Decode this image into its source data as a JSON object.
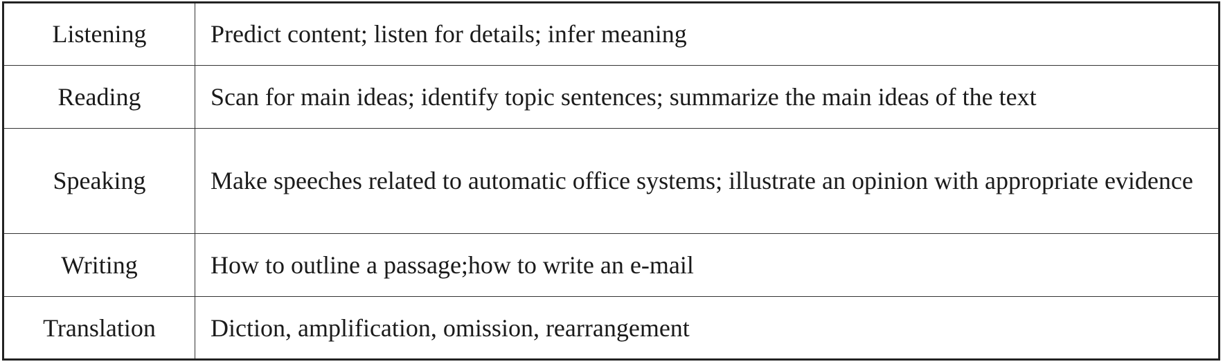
{
  "table": {
    "rows": [
      {
        "skill": "Listening",
        "content": "Predict content; listen for details; infer meaning"
      },
      {
        "skill": "Reading",
        "content": "Scan for main ideas; identify topic sentences; summarize the main ideas of the text"
      },
      {
        "skill": "Speaking",
        "content": "Make speeches related to automatic office systems; illustrate an opinion with appropriate evidence"
      },
      {
        "skill": "Writing",
        "content": "How to outline a passage;how to write an e-mail"
      },
      {
        "skill": "Translation",
        "content": "Diction, amplification, omission, rearrangement"
      }
    ]
  }
}
